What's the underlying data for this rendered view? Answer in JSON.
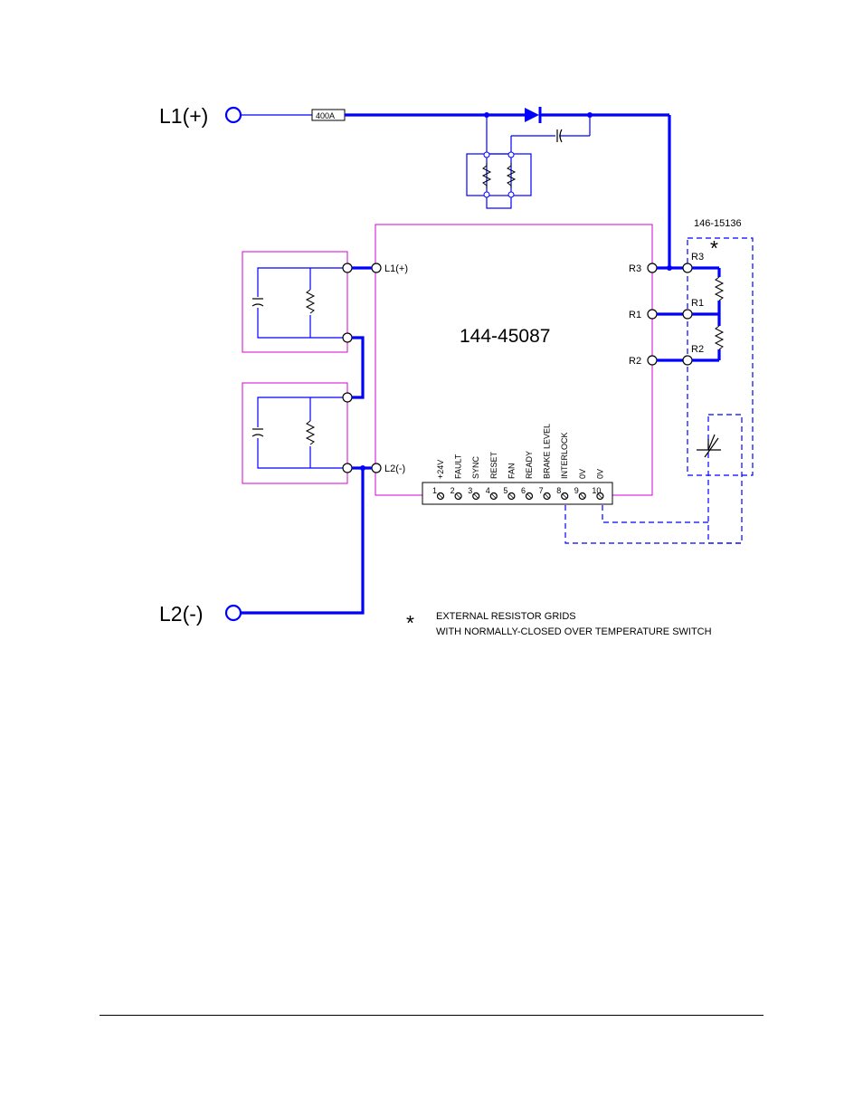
{
  "terminals": {
    "l1_plus": "L1(+)",
    "l2_minus": "L2(-)"
  },
  "fuse": {
    "rating": "400A"
  },
  "module": {
    "part_number": "144-45087",
    "inputs": {
      "l1": "L1(+)",
      "l2": "L2(-)"
    },
    "resistor_terminals": {
      "r3": "R3",
      "r1": "R1",
      "r2": "R2"
    }
  },
  "resistor_grid": {
    "part_number": "146-15136",
    "asterisk": "*",
    "terminals": {
      "r3": "R3",
      "r1": "R1",
      "r2": "R2"
    }
  },
  "terminal_strip": {
    "numbers": [
      "1",
      "2",
      "3",
      "4",
      "5",
      "6",
      "7",
      "8",
      "9",
      "10"
    ],
    "signals": [
      "+24V",
      "FAULT",
      "SYNC",
      "RESET",
      "FAN",
      "READY",
      "BRAKE LEVEL",
      "INTERLOCK",
      "0V",
      "0V"
    ]
  },
  "note": {
    "asterisk": "*",
    "line1": "EXTERNAL RESISTOR GRIDS",
    "line2": "WITH NORMALLY-CLOSED OVER TEMPERATURE SWITCH"
  },
  "colors": {
    "wire": "#0000ff",
    "outline": "#d600d6"
  }
}
